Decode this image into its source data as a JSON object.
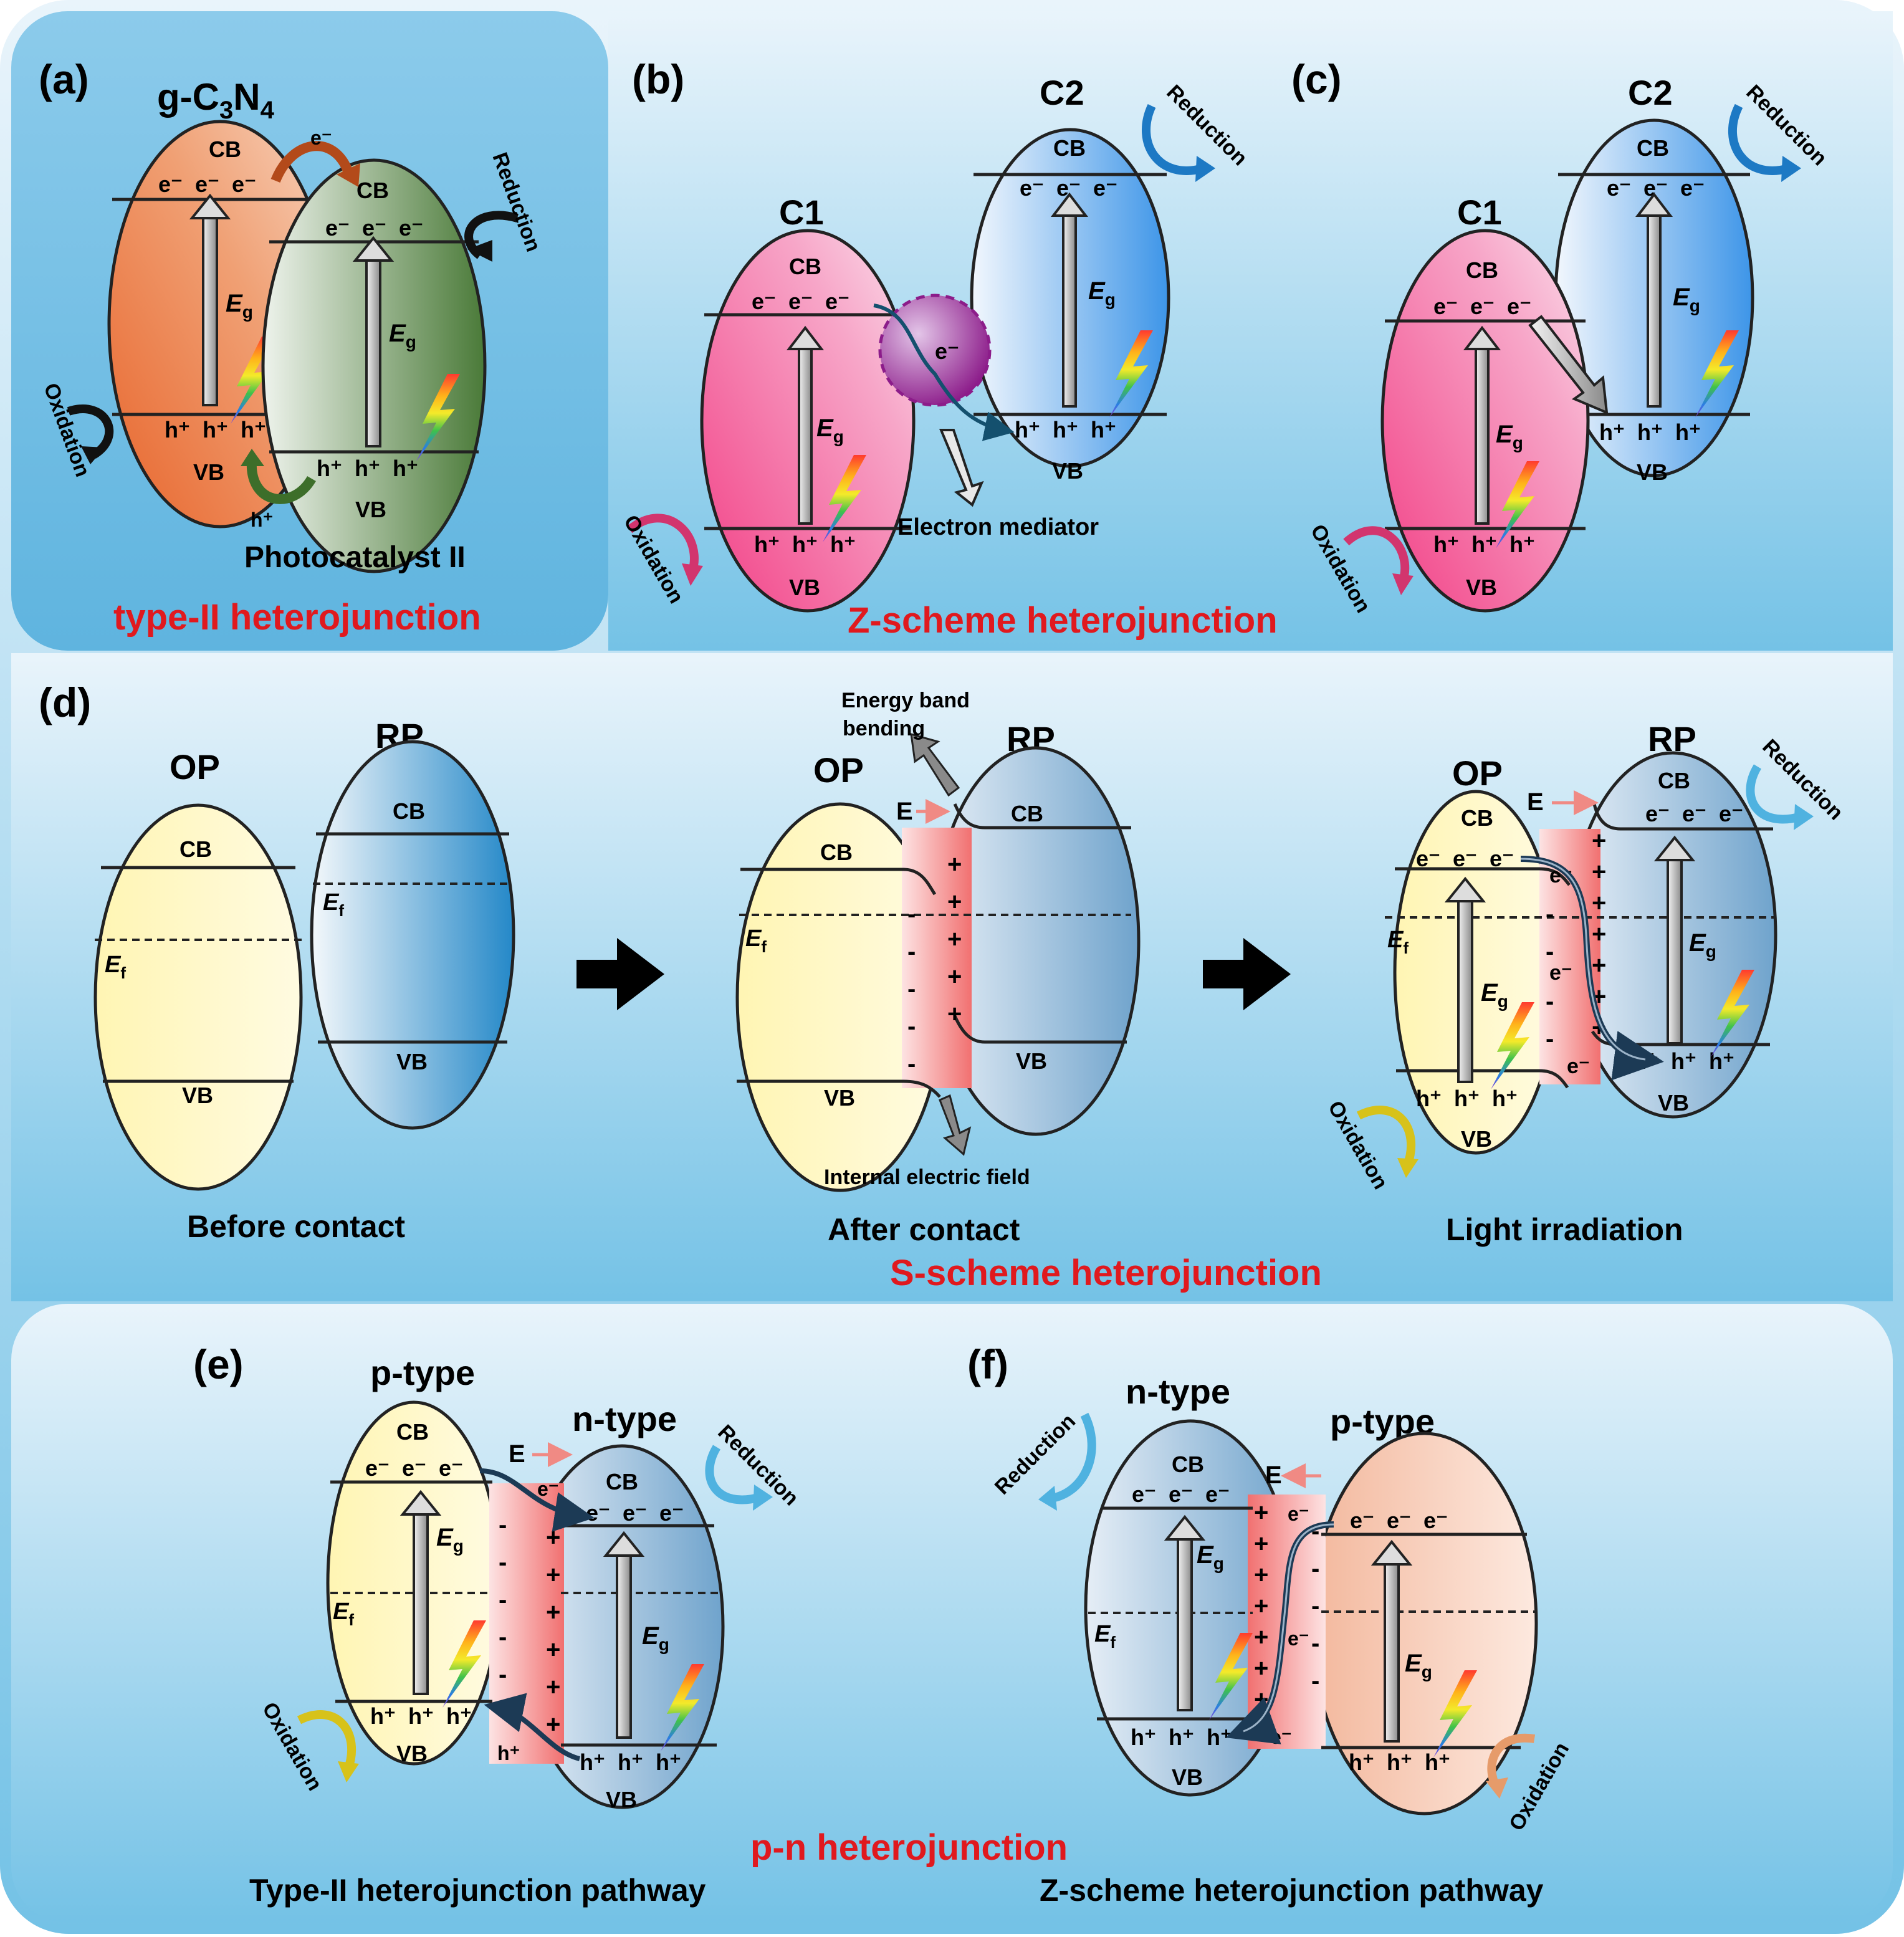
{
  "panels": {
    "a": {
      "letter": "(a)",
      "title_main": "g-C",
      "title_sub1": "3",
      "title_mid": "N",
      "title_sub2": "4",
      "cb": "CB",
      "vb": "VB",
      "cb2": "CB",
      "vb2": "VB",
      "eg": "E",
      "eg_sub": "g",
      "e_label": "e⁻",
      "h_label": "h⁺",
      "electrons": "e⁻  e⁻  e⁻",
      "holes": "h⁺  h⁺  h⁺",
      "reduction": "Reduction",
      "oxidation": "Oxidation",
      "photocatalyst": "Photocatalyst II",
      "caption": "type-II heterojunction"
    },
    "b": {
      "letter": "(b)",
      "c1": "C1",
      "c2": "C2",
      "cb": "CB",
      "vb": "VB",
      "eg": "E",
      "eg_sub": "g",
      "electrons": "e⁻  e⁻  e⁻",
      "holes": "h⁺  h⁺  h⁺",
      "mediator_e": "e⁻",
      "reduction": "Reduction",
      "oxidation": "Oxidation",
      "mediator": "Electron mediator",
      "caption": "Z-scheme heterojunction"
    },
    "c": {
      "letter": "(c)",
      "c1": "C1",
      "c2": "C2",
      "cb": "CB",
      "vb": "VB",
      "eg": "E",
      "eg_sub": "g",
      "electrons": "e⁻  e⁻  e⁻",
      "holes": "h⁺  h⁺  h⁺",
      "reduction": "Reduction",
      "oxidation": "Oxidation"
    },
    "d": {
      "letter": "(d)",
      "op": "OP",
      "rp": "RP",
      "cb": "CB",
      "vb": "VB",
      "ef": "E",
      "ef_sub": "f",
      "eg": "E",
      "eg_sub": "g",
      "field_e": "E",
      "electrons": "e⁻  e⁻  e⁻",
      "holes": "h⁺  h⁺  h⁺",
      "e_single": "e⁻",
      "band_bending_1": "Energy band",
      "band_bending_2": "bending",
      "internal_field": "Internal electric field",
      "reduction": "Reduction",
      "oxidation": "Oxidation",
      "stage1": "Before contact",
      "stage2": "After contact",
      "stage3": "Light irradiation",
      "caption": "S-scheme heterojunction"
    },
    "e": {
      "letter": "(e)",
      "ptype": "p-type",
      "ntype": "n-type",
      "cb": "CB",
      "vb": "VB",
      "ef": "E",
      "ef_sub": "f",
      "eg": "E",
      "eg_sub": "g",
      "field_e": "E",
      "electrons": "e⁻  e⁻  e⁻",
      "holes": "h⁺  h⁺  h⁺",
      "e_single": "e⁻",
      "h_single": "h⁺",
      "reduction": "Reduction",
      "oxidation": "Oxidation",
      "caption": "Type-II heterojunction pathway"
    },
    "f": {
      "letter": "(f)",
      "ntype": "n-type",
      "ptype": "p-type",
      "cb": "CB",
      "vb": "VB",
      "ef": "E",
      "ef_sub": "f",
      "eg": "E",
      "eg_sub": "g",
      "field_e": "E",
      "electrons": "e⁻  e⁻  e⁻",
      "holes": "h⁺  h⁺  h⁺",
      "e_single": "e⁻",
      "reduction": "Reduction",
      "oxidation": "Oxidation",
      "caption": "Z-scheme heterojunction pathway"
    },
    "pn_caption": "p-n heterojunction"
  }
}
